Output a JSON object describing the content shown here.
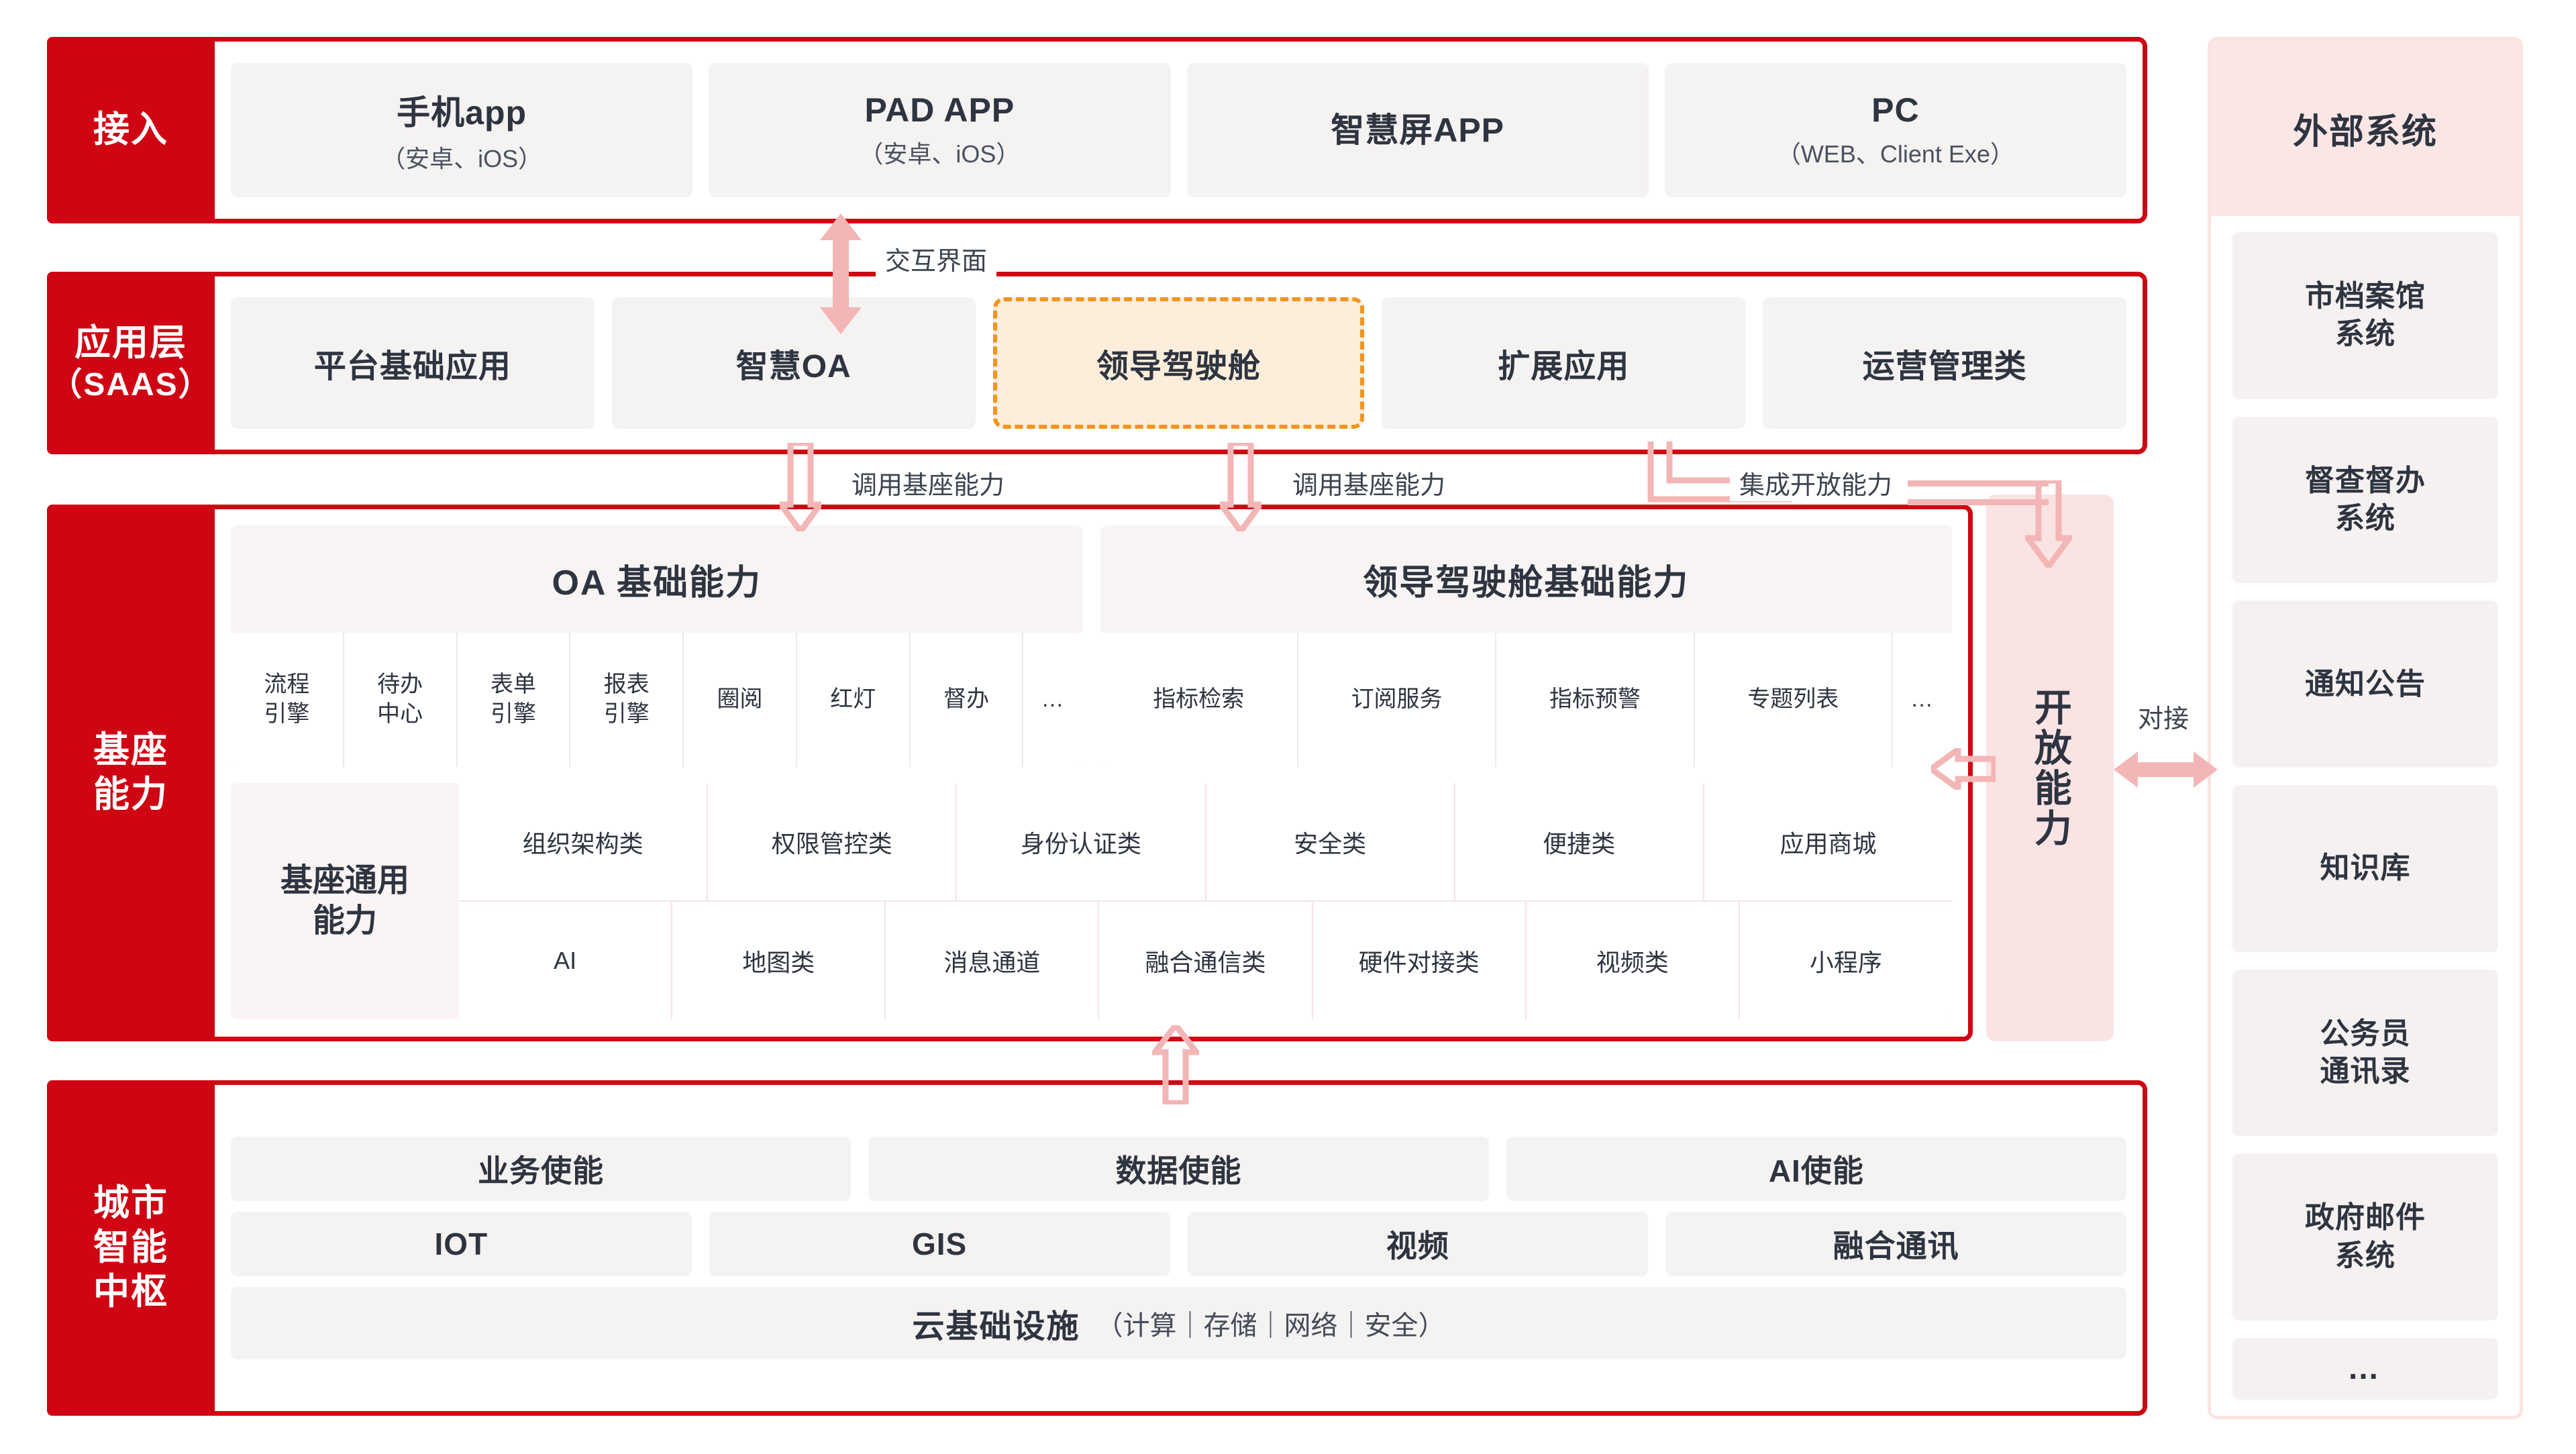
{
  "layers": {
    "access": {
      "label": "接入",
      "channels": [
        {
          "title": "手机app",
          "sub": "（安卓、iOS）"
        },
        {
          "title": "PAD APP",
          "sub": "（安卓、iOS）"
        },
        {
          "title": "智慧屏APP",
          "sub": ""
        },
        {
          "title": "PC",
          "sub": "（WEB、Client Exe）"
        }
      ]
    },
    "application": {
      "label_main": "应用层",
      "label_sub": "（SAAS）",
      "apps": [
        {
          "name": "平台基础应用",
          "highlight": false
        },
        {
          "name": "智慧OA",
          "highlight": false
        },
        {
          "name": "领导驾驶舱",
          "highlight": true
        },
        {
          "name": "扩展应用",
          "highlight": false
        },
        {
          "name": "运营管理类",
          "highlight": false
        }
      ]
    },
    "base": {
      "label": "基座\n能力",
      "groups": [
        {
          "title": "OA 基础能力",
          "items": [
            "流程\n引擎",
            "待办\n中心",
            "表单\n引擎",
            "报表\n引擎",
            "圈阅",
            "红灯",
            "督办",
            "…"
          ]
        },
        {
          "title": "领导驾驶舱基础能力",
          "items": [
            "指标检索",
            "订阅服务",
            "指标预警",
            "专题列表",
            "…"
          ]
        }
      ],
      "general": {
        "label": "基座通用\n能力",
        "row1": [
          "组织架构类",
          "权限管控类",
          "身份认证类",
          "安全类",
          "便捷类",
          "应用商城"
        ],
        "row2": [
          "AI",
          "地图类",
          "消息通道",
          "融合通信类",
          "硬件对接类",
          "视频类",
          "小程序"
        ]
      }
    },
    "hub": {
      "label": "城市\n智能\n中枢",
      "row1": [
        "业务使能",
        "数据使能",
        "AI使能"
      ],
      "row2": [
        "IOT",
        "GIS",
        "视频",
        "融合通讯"
      ],
      "infra": {
        "main": "云基础设施",
        "sub": "（计算｜存储｜网络｜安全）"
      }
    }
  },
  "open_capability": {
    "label": "开放能力"
  },
  "external": {
    "title": "外部系统",
    "items": [
      "市档案馆\n系统",
      "督查督办\n系统",
      "通知公告",
      "知识库",
      "公务员\n通讯录",
      "政府邮件\n系统"
    ],
    "more": "…"
  },
  "connectors": {
    "interaction": "交互界面",
    "call_base_1": "调用基座能力",
    "call_base_2": "调用基座能力",
    "integrate_open": "集成开放能力",
    "docking": "对接"
  },
  "colors": {
    "brand_red": "#cf0513",
    "card_gray": "#f5f2f2",
    "highlight_bg": "#fdeedc",
    "highlight_border": "#f2941d",
    "pink": "#f3b6b6",
    "pink_panel": "#fae3e3",
    "text_dark": "#2e3440"
  }
}
